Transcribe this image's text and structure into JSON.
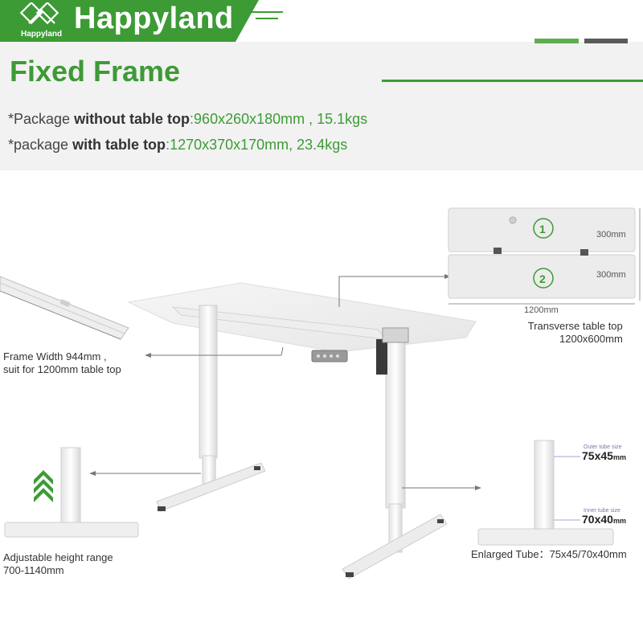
{
  "brand": {
    "name": "Happyland",
    "logo_text": "Happyland",
    "color": "#3d9b35"
  },
  "section": {
    "title": "Fixed Frame"
  },
  "package": [
    {
      "prefix": "*Package ",
      "bold": "without table top",
      "value": ":960x260x180mm , 15.1kgs"
    },
    {
      "prefix": "*package ",
      "bold": "with table top",
      "value": ":1270x370x170mm, 23.4kgs"
    }
  ],
  "tabletop": {
    "panel1_number": "1",
    "panel2_number": "2",
    "panel1_height": "300mm",
    "panel2_height": "300mm",
    "width": "1200mm",
    "caption_line1": "Transverse table top",
    "caption_line2": "1200x600mm"
  },
  "frame": {
    "caption_line1": "Frame Width 944mm ,",
    "caption_line2": "suit for 1200mm table top"
  },
  "height": {
    "caption_line1": "Adjustable height range",
    "caption_line2": "700-1140mm"
  },
  "tube": {
    "outer_label": "Outer tube size",
    "outer_value": "75x45",
    "inner_label": "Inner tube size",
    "inner_value": "70x40",
    "unit": "mm",
    "caption": "Enlarged Tube：75x45/70x40mm"
  }
}
